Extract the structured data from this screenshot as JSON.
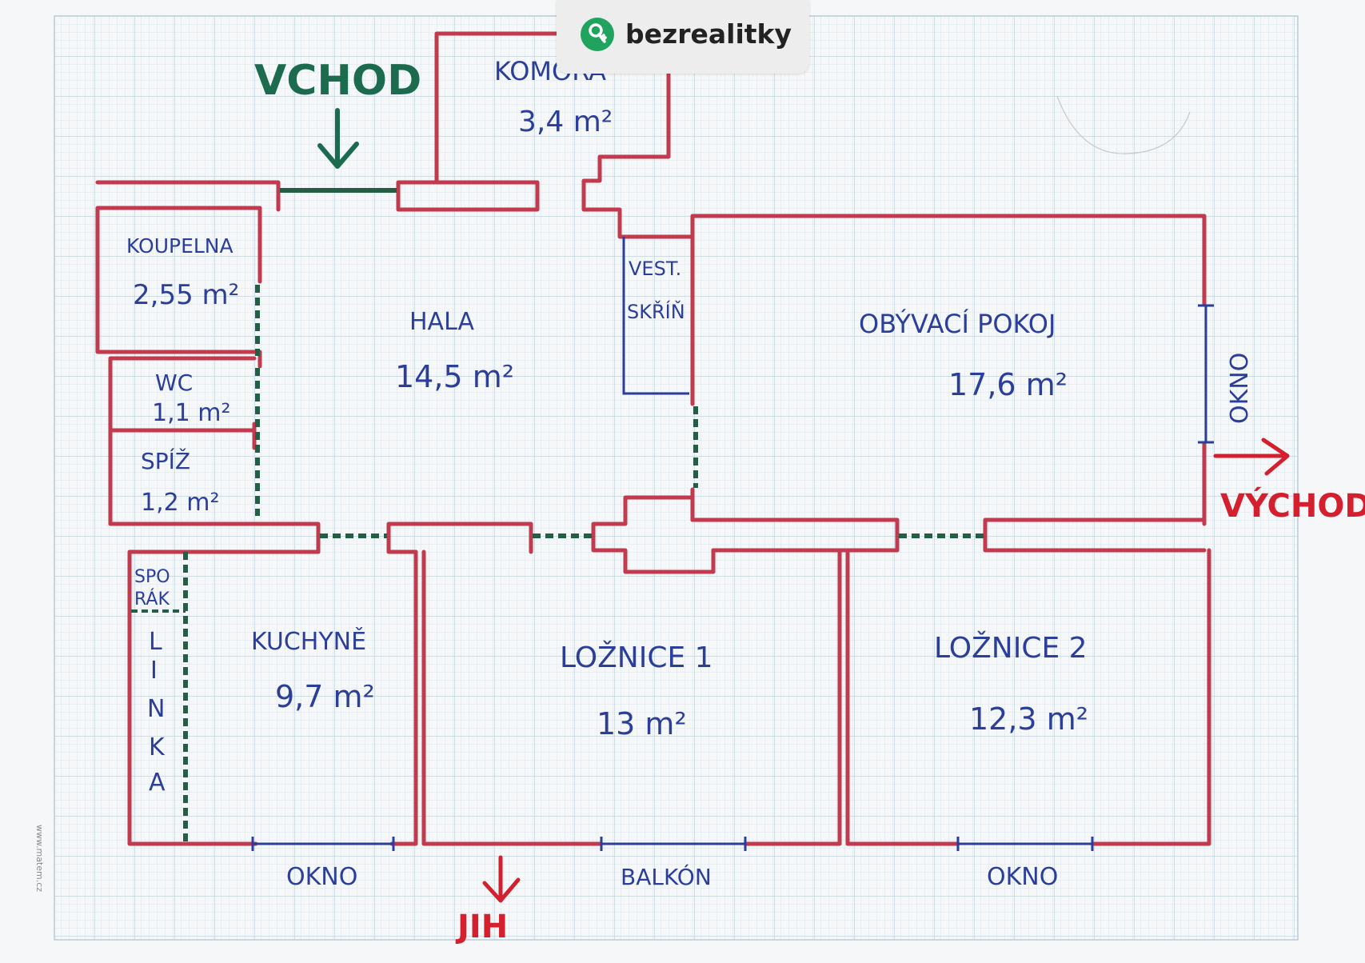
{
  "brand": {
    "name": "bezrealitky",
    "icon": "location-pin-key-icon",
    "color": "#21a360"
  },
  "watermark": "www.matem.cz",
  "colors": {
    "walls": "#c23a4e",
    "doors": "#245f45",
    "windows": "#2b3f9a",
    "text": "#2b3f9a",
    "entrance": "#1c6b4e",
    "compass": "#d4202e",
    "grid_minor": "#dbe6ea",
    "grid_major": "#b8cdd6"
  },
  "entrance": "VCHOD",
  "compass": {
    "east": "VÝCHOD",
    "south": "JIH"
  },
  "rooms": [
    {
      "id": "komora",
      "name": "KOMORA",
      "area": "3,4 m²"
    },
    {
      "id": "koupelna",
      "name": "KOUPELNA",
      "area": "2,55 m²"
    },
    {
      "id": "hala",
      "name": "HALA",
      "area": "14,5 m²"
    },
    {
      "id": "vestavna-skrin",
      "name": "VEST.",
      "name2": "SKŘÍŇ"
    },
    {
      "id": "obyvaci-pokoj",
      "name": "OBÝVACÍ POKOJ",
      "area": "17,6 m²"
    },
    {
      "id": "wc",
      "name": "WC",
      "area": "1,1 m²"
    },
    {
      "id": "spiz",
      "name": "SPÍŽ",
      "area": "1,2 m²"
    },
    {
      "id": "kuchyne",
      "name": "KUCHYNĚ",
      "area": "9,7 m²"
    },
    {
      "id": "loznice-1",
      "name": "LOŽNICE 1",
      "area": "13 m²"
    },
    {
      "id": "loznice-2",
      "name": "LOŽNICE 2",
      "area": "12,3 m²"
    }
  ],
  "fixtures": {
    "sporak": "SPO",
    "sporak2": "RÁK",
    "linka": [
      "L",
      "I",
      "N",
      "K",
      "A"
    ]
  },
  "windows": [
    "OKNO",
    "BALKÓN",
    "OKNO",
    "OKNO"
  ]
}
